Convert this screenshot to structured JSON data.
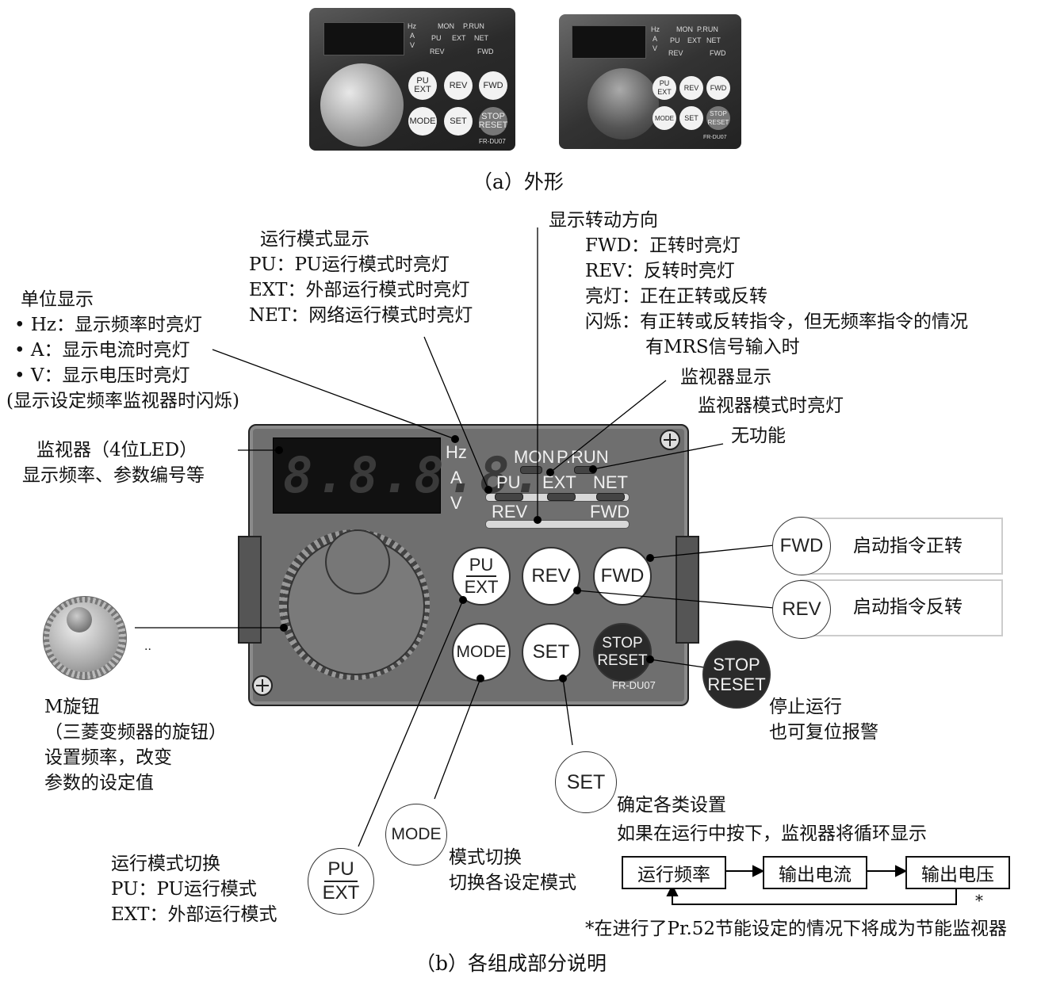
{
  "photos": {
    "unit_labels": [
      "Hz",
      "A",
      "V"
    ],
    "mon": "MON",
    "prun": "P.RUN",
    "pu": "PU",
    "ext": "EXT",
    "net": "NET",
    "rev": "REV",
    "fwd": "FWD",
    "btn_pu": "PU",
    "btn_ext": "EXT",
    "btn_rev": "REV",
    "btn_fwd": "FWD",
    "btn_mode": "MODE",
    "btn_set": "SET",
    "btn_stop": "STOP",
    "btn_reset": "RESET",
    "model": "FR-DU07"
  },
  "caption_a": "（a）外形",
  "caption_b": "（b）各组成部分说明",
  "panel": {
    "digits": "8.8.8.8.",
    "hz": "Hz",
    "a": "A",
    "v": "V",
    "mon": "MON",
    "prun": "P.RUN",
    "pu": "PU",
    "ext": "EXT",
    "net": "NET",
    "rev": "REV",
    "fwd": "FWD",
    "btn_pu": "PU",
    "btn_ext": "EXT",
    "btn_rev": "REV",
    "btn_fwd": "FWD",
    "btn_mode": "MODE",
    "btn_set": "SET",
    "btn_stop": "STOP",
    "btn_reset": "RESET",
    "model": "FR-DU07"
  },
  "labels": {
    "run_mode_display": [
      "运行模式显示",
      "PU：PU运行模式时亮灯",
      "EXT：外部运行模式时亮灯",
      "NET：网络运行模式时亮灯"
    ],
    "direction": [
      "显示转动方向",
      "FWD：正转时亮灯",
      "REV：反转时亮灯",
      "亮灯：正在正转或反转",
      "闪烁：有正转或反转指令，但无频率指令的情况",
      "有MRS信号输入时"
    ],
    "unit": [
      "单位显示",
      "• Hz：显示频率时亮灯",
      "• A：显示电流时亮灯",
      "• V：显示电压时亮灯",
      "(显示设定频率监视器时闪烁)"
    ],
    "monitor_display": "监视器显示",
    "monitor_mode": "监视器模式时亮灯",
    "no_function": "无功能",
    "monitor_led": [
      "监视器（4位LED）",
      "显示频率、参数编号等"
    ],
    "fwd_cmd": "启动指令正转",
    "rev_cmd": "启动指令反转",
    "stop_desc": [
      "停止运行",
      "也可复位报警"
    ],
    "mknob": [
      "M旋钮",
      "（三菱变频器的旋钮）",
      "设置频率，改变",
      "参数的设定值"
    ],
    "set_desc": [
      "确定各类设置",
      "如果在运行中按下，监视器将循环显示"
    ],
    "mode_desc": [
      "模式切换",
      "切换各设定模式"
    ],
    "puext_desc": [
      "运行模式切换",
      "PU：PU运行模式",
      "EXT：外部运行模式"
    ],
    "flow": [
      "运行频率",
      "输出电流",
      "输出电压"
    ],
    "flow_star": "*",
    "footnote": "*在进行了Pr.52节能设定的情况下将成为节能监视器",
    "callout_fwd": "FWD",
    "callout_rev": "REV",
    "callout_stop": "STOP",
    "callout_reset": "RESET",
    "callout_set": "SET",
    "callout_mode": "MODE",
    "callout_pu": "PU",
    "callout_ext": "EXT",
    "knob_dots": ".."
  }
}
